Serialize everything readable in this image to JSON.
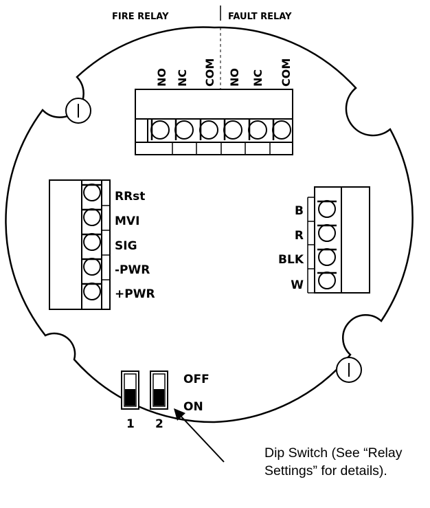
{
  "relay_headers": {
    "fire": "FIRE RELAY",
    "fault": "FAULT RELAY"
  },
  "relay_pins": [
    "NO",
    "NC",
    "COM",
    "NO",
    "NC",
    "COM"
  ],
  "left_terminals": [
    "RRst",
    "MVI",
    "SIG",
    "-PWR",
    "+PWR"
  ],
  "right_terminals": [
    "B",
    "R",
    "BLK",
    "W"
  ],
  "dip_switch": {
    "off_label": "OFF",
    "on_label": "ON",
    "switch_numbers": [
      "1",
      "2"
    ]
  },
  "callout": {
    "line1": "Dip Switch (See “Relay",
    "line2": "Settings” for details)."
  }
}
